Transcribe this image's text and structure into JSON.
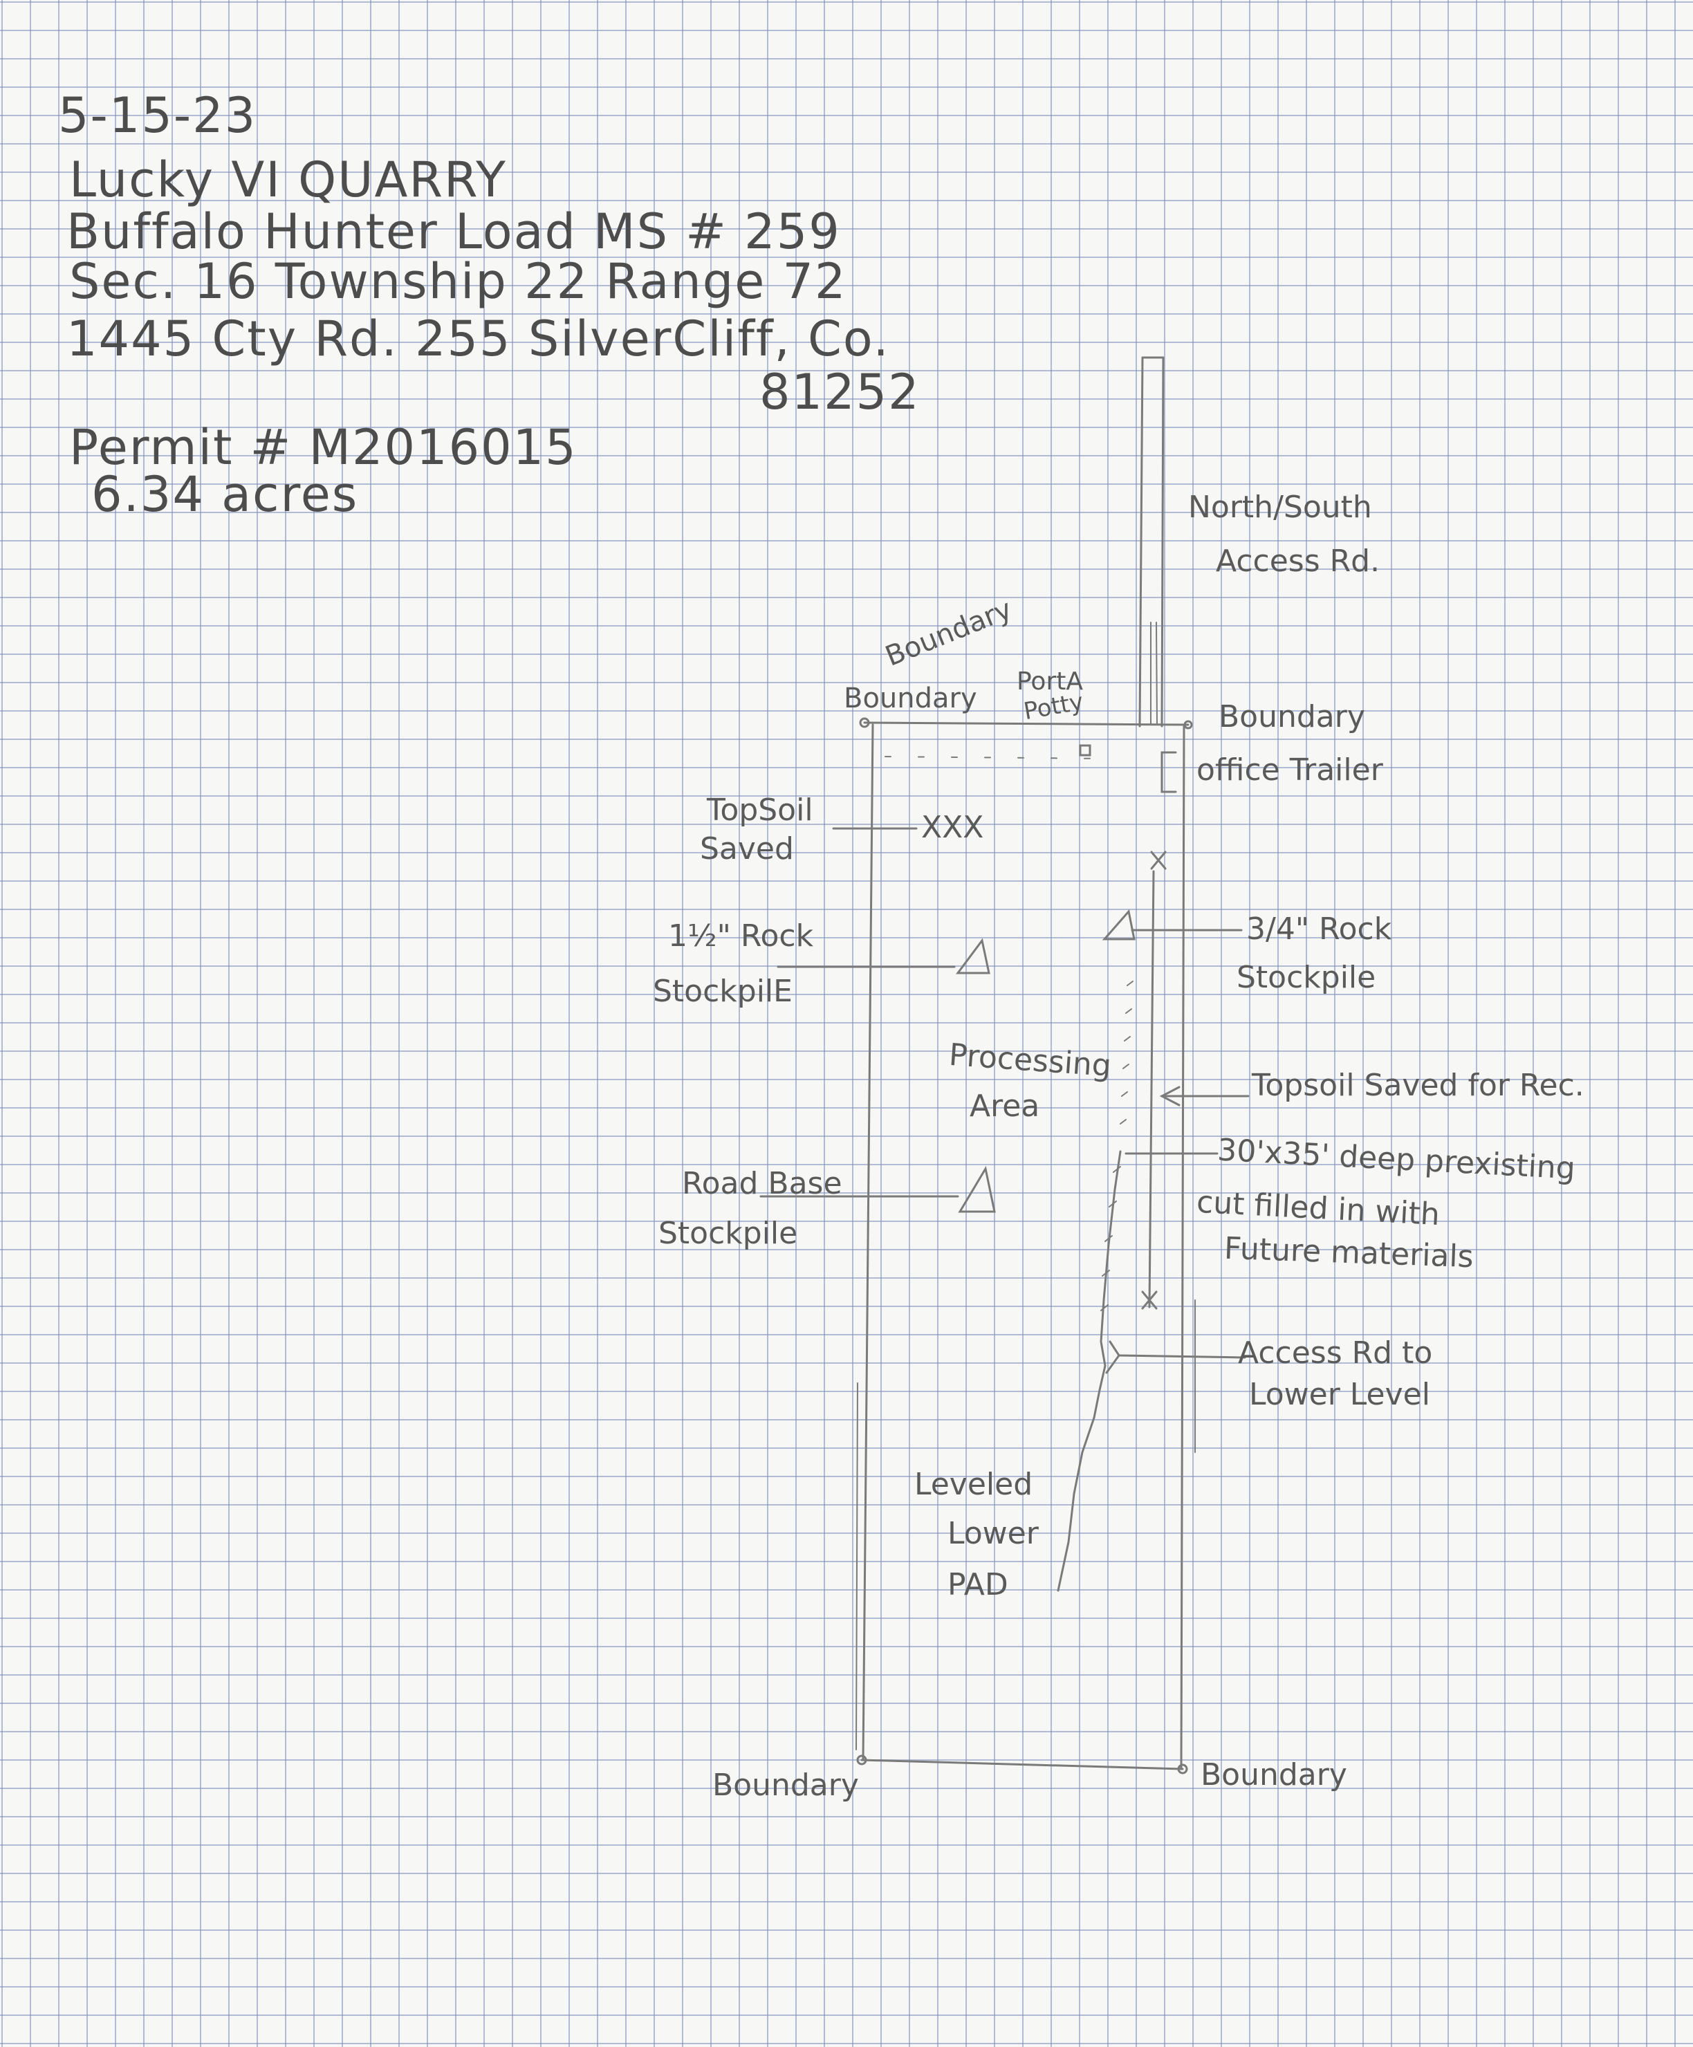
{
  "header": {
    "date": "5-15-23",
    "quarry_name": "Lucky VI QUARRY",
    "lode": "Buffalo Hunter Load MS # 259",
    "location": "Sec. 16 Township 22 Range 72",
    "address": "1445 Cty Rd. 255 SilverCliff, Co.",
    "zip": "81252",
    "permit": "Permit # M2016015",
    "acreage": "6.34 acres"
  },
  "labels": {
    "north_south_road_1": "North/South",
    "north_south_road_2": "Access Rd.",
    "boundary_nw_curved": "Boundary",
    "boundary_nw": "Boundary",
    "porta_potty_1": "PortA",
    "porta_potty_2": "Potty",
    "boundary_ne": "Boundary",
    "office_trailer": "office Trailer",
    "topsoil_saved_1": "TopSoil",
    "topsoil_saved_2": "Saved",
    "topsoil_marks": "XXX",
    "rock_15_1": "1½\" Rock",
    "rock_15_2": "StockpilE",
    "rock_34_1": "3/4\" Rock",
    "rock_34_2": "Stockpile",
    "processing_1": "Processing",
    "processing_2": "Area",
    "topsoil_rec": "Topsoil Saved for Rec.",
    "road_base_1": "Road Base",
    "road_base_2": "Stockpile",
    "cut_1": "30'x35' deep prexisting",
    "cut_2": "cut filled in with",
    "cut_3": "Future materials",
    "access_lower_1": "Access Rd to",
    "access_lower_2": "Lower Level",
    "leveled_1": "Leveled",
    "leveled_2": "Lower",
    "leveled_3": "PAD",
    "boundary_sw": "Boundary",
    "boundary_se": "Boundary"
  }
}
